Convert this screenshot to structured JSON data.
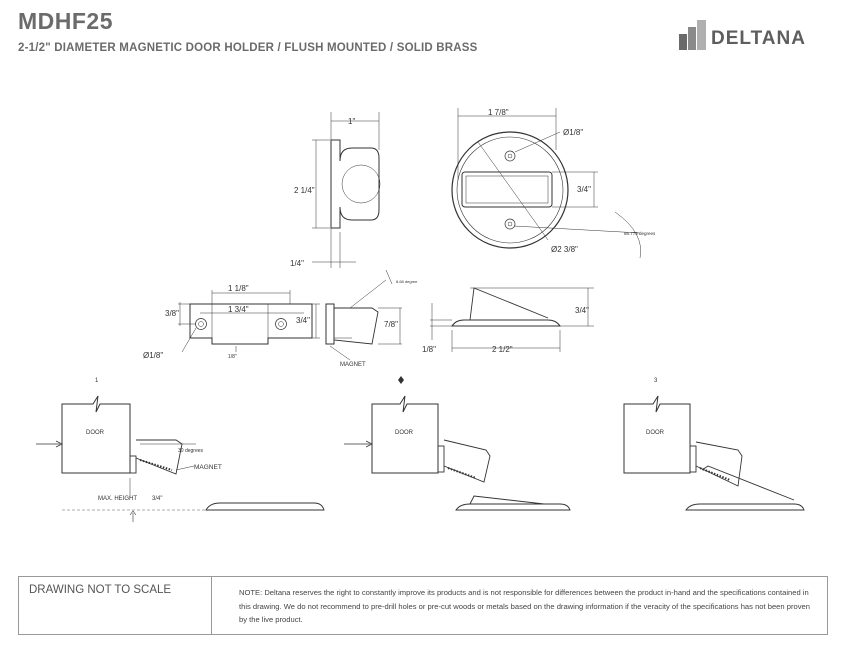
{
  "header": {
    "title": "MDHF25",
    "subtitle": "2-1/2\" DIAMETER MAGNETIC DOOR HOLDER / FLUSH MOUNTED / SOLID BRASS",
    "brand": "DELTANA"
  },
  "dimensions": {
    "side_width": "1\"",
    "side_height": "2 1/4\"",
    "side_thickness": "1/4\"",
    "top_diameter": "1 7/8\"",
    "top_hole": "Ø1/8\"",
    "top_center": "3/4\"",
    "top_outer": "Ø2 3/8\"",
    "top_angle": "86.775 degrees",
    "plate_outer_width": "1 1/8\"",
    "plate_inner_width": "1 3/4\"",
    "plate_offset": "3/8\"",
    "plate_height": "3/4\"",
    "plate_hole": "Ø1/8\"",
    "plate_bottom": "1/8\"",
    "magnet_angle": "8.68 degree",
    "magnet_height": "7/8\"",
    "magnet_label": "MAGNET",
    "profile_height": "3/4\"",
    "profile_base": "1/8\"",
    "profile_width": "2 1/2\""
  },
  "installation": {
    "step1": "1",
    "step3": "3",
    "door_label": "DOOR",
    "angle_label": "30 degrees",
    "magnet_label": "MAGNET",
    "max_height_label": "MAX. HEIGHT",
    "max_height_value": "3/4\""
  },
  "footer": {
    "scale": "DRAWING NOT TO SCALE",
    "note": "NOTE: Deltana reserves the right to constantly improve its products and is not responsible for differences between the product in-hand and the specifications contained in this drawing. We do not recommend to pre-drill holes or pre-cut woods or metals based on the drawing information if the veracity of the specifications has not been proven by the live product."
  }
}
